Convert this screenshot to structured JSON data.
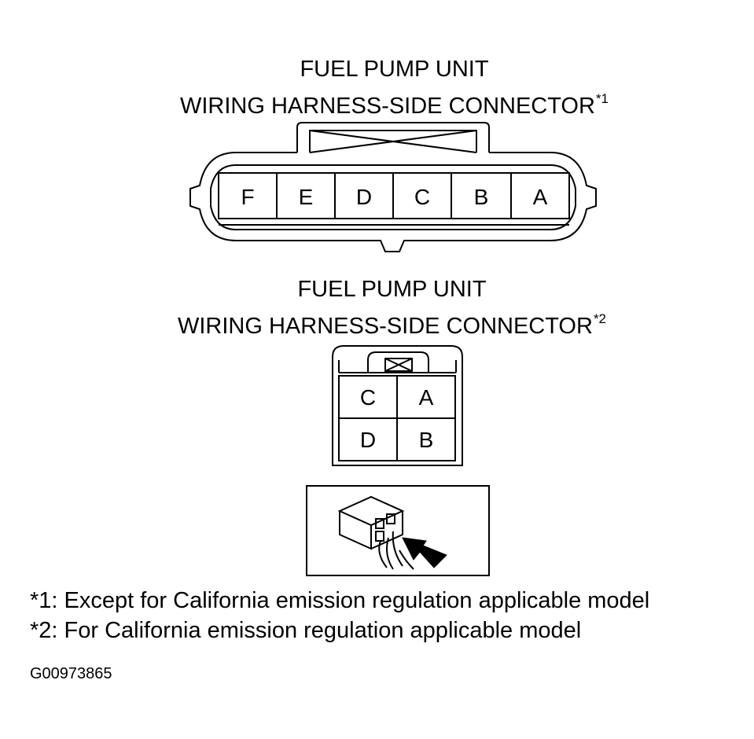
{
  "connector1": {
    "title_line1": "FUEL PUMP UNIT",
    "title_line2": "WIRING HARNESS-SIDE CONNECTOR",
    "footnote_ref": "*1",
    "pins": [
      "F",
      "E",
      "D",
      "C",
      "B",
      "A"
    ]
  },
  "connector2": {
    "title_line1": "FUEL PUMP UNIT",
    "title_line2": "WIRING HARNESS-SIDE CONNECTOR",
    "footnote_ref": "*2",
    "pins_row1": [
      "C",
      "A"
    ],
    "pins_row2": [
      "D",
      "B"
    ]
  },
  "notes": [
    "*1: Except for California emission regulation applicable model",
    "*2: For California emission regulation applicable model"
  ],
  "figure_id": "G00973865"
}
